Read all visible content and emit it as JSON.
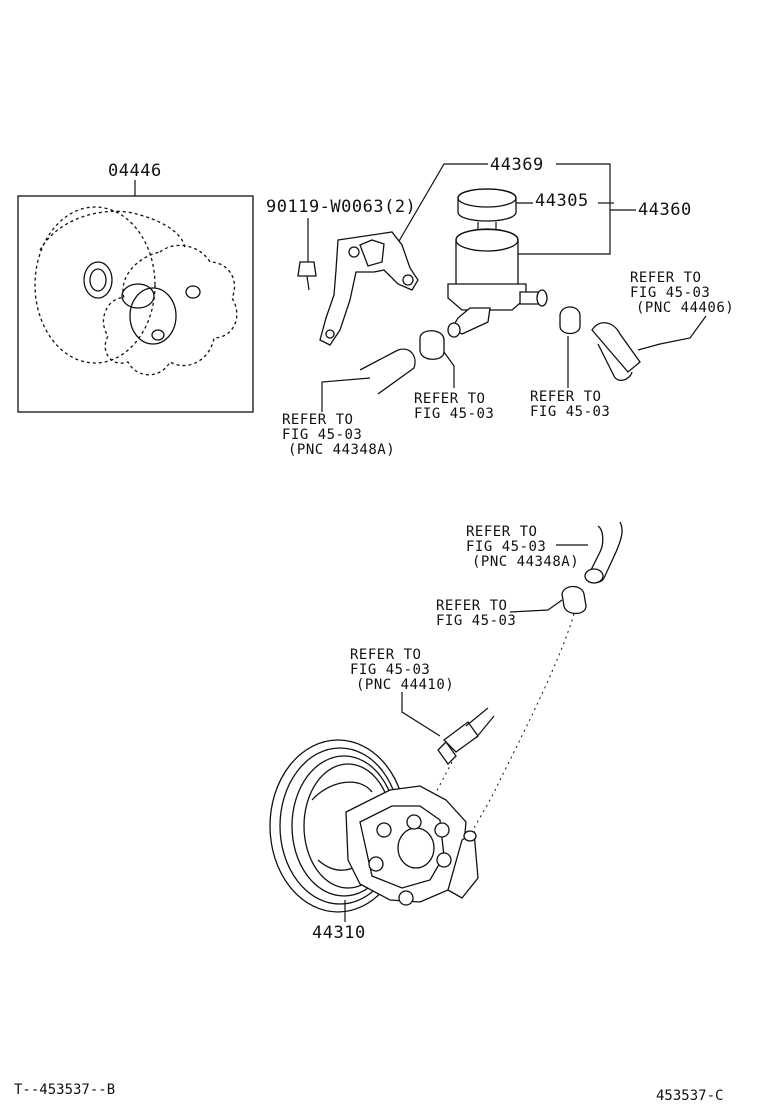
{
  "part_numbers": {
    "p04446": "04446",
    "p44369": "44369",
    "p90119": "90119-W0063(2)",
    "p44305": "44305",
    "p44360": "44360",
    "p44310": "44310"
  },
  "references": {
    "ref_44406": [
      "REFER TO",
      "FIG 45-03",
      "(PNC 44406)"
    ],
    "ref_44348A_top": [
      "REFER TO",
      "FIG 45-03",
      "(PNC 44348A)"
    ],
    "ref_clamp_left": [
      "REFER TO",
      "FIG 45-03"
    ],
    "ref_clamp_right": [
      "REFER TO",
      "FIG 45-03"
    ],
    "ref_44348A_bottom": [
      "REFER TO",
      "FIG 45-03",
      "(PNC 44348A)"
    ],
    "ref_clamp_bottom": [
      "REFER TO",
      "FIG 45-03"
    ],
    "ref_44410": [
      "REFER TO",
      "FIG 45-03",
      "(PNC 44410)"
    ]
  },
  "footer": {
    "left_code": "T--453537--B",
    "right_code": "453537-C"
  }
}
